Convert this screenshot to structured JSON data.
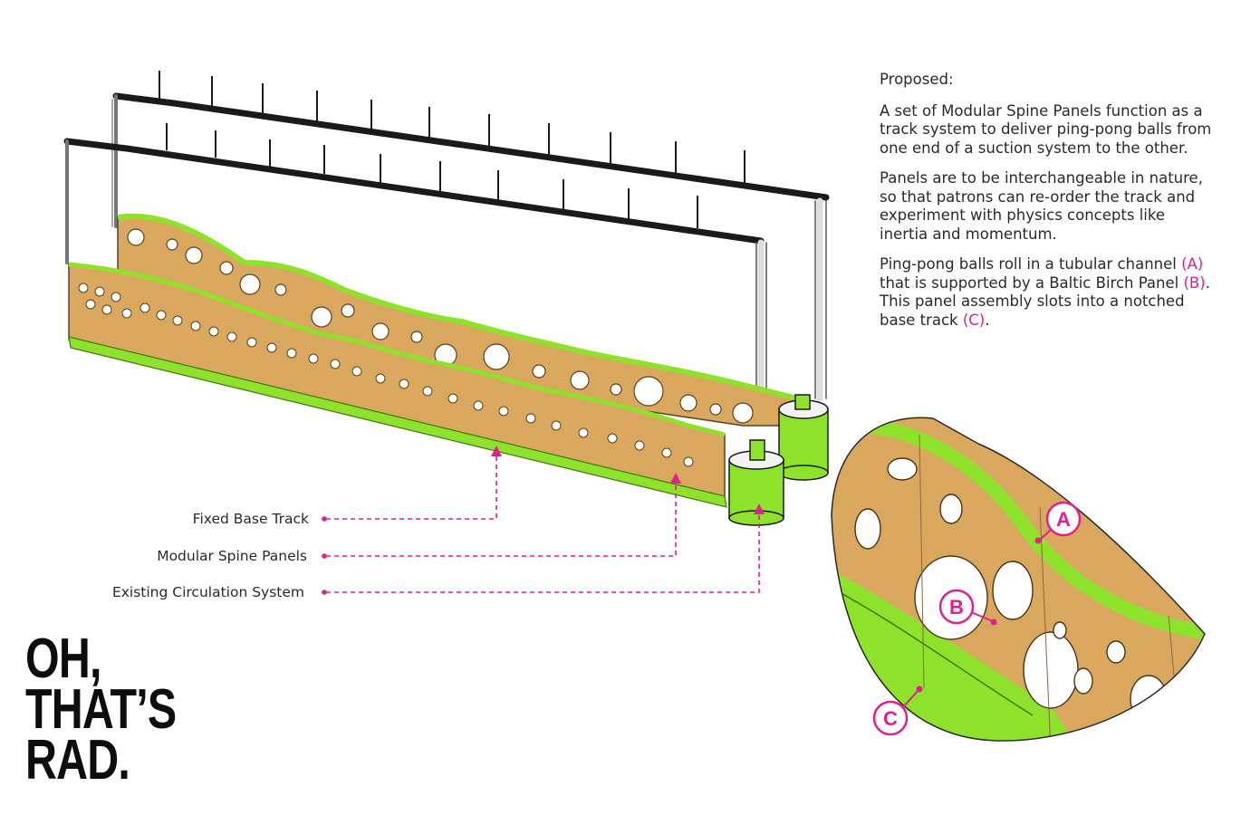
{
  "description": {
    "heading": "Proposed:",
    "para1": "A set of Modular Spine Panels function as a track system to deliver ping-pong balls from one end of a suction system to the other.",
    "para2": "Panels are to be interchangeable in nature, so that patrons can re-order the track and experiment with physics concepts like inertia and momentum.",
    "para3": {
      "t1": "Ping-pong balls roll in a tubular channel ",
      "a": "(A)",
      "t2": " that is supported by a Baltic Birch Panel ",
      "b": "(B)",
      "t3": ". This panel assembly slots into a notched base track ",
      "c": "(C)",
      "t4": "."
    }
  },
  "callouts": {
    "fixed_base_track": "Fixed Base Track",
    "modular_spine_panels": "Modular Spine Panels",
    "existing_circulation": "Existing Circulation System"
  },
  "detail_labels": {
    "a": "A",
    "b": "B",
    "c": "C"
  },
  "brand": {
    "line1": "OH,",
    "line2": "THAT’S",
    "line3": "RAD."
  },
  "colors": {
    "accent": "#e0208c",
    "green": "#8ee22c",
    "wood": "#d9a85e",
    "pipe": "#1a1a1a"
  }
}
